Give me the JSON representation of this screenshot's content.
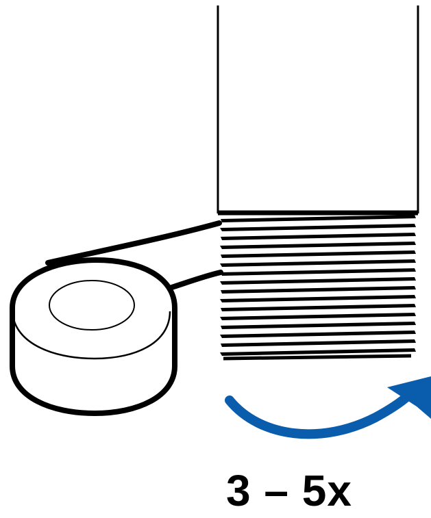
{
  "diagram": {
    "repetitions_label": "3 – 5x",
    "colors": {
      "line": "#000000",
      "arrow": "#0a5cad",
      "background": "#ffffff"
    },
    "icons": {
      "pipe": "threaded-pipe",
      "tape": "ptfe-tape-roll",
      "arrow": "curved-arrow-clockwise"
    }
  }
}
